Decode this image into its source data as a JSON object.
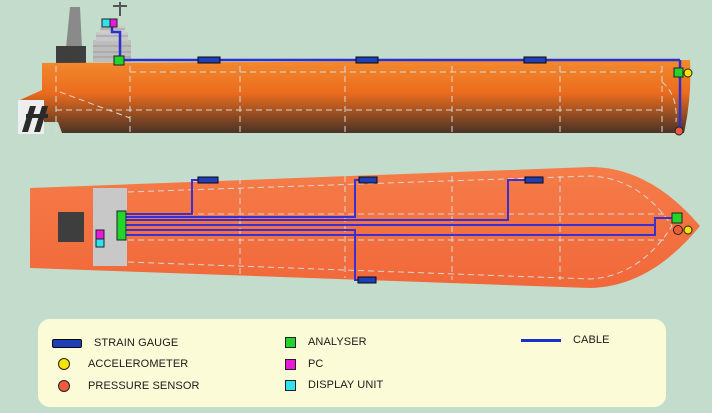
{
  "legend": {
    "strain_gauge": "STRAIN GAUGE",
    "accelerometer": "ACCELEROMETER",
    "pressure_sensor": "PRESSURE SENSOR",
    "analyser": "ANALYSER",
    "pc": "PC",
    "display_unit": "DISPLAY UNIT",
    "cable": "CABLE"
  },
  "colors": {
    "background": "#c3dccb",
    "hull_orange": "#f07a24",
    "deck_orange": "#f3733f",
    "strain_gauge": "#1f3fb8",
    "cable": "#2b2fd0",
    "analyser": "#23d42a",
    "pc": "#e81ad8",
    "display_unit": "#2fe2ec",
    "accelerometer": "#f5e400",
    "pressure_sensor": "#ef5a3a"
  },
  "icons": [
    "strain-gauge-icon",
    "accelerometer-icon",
    "pressure-sensor-icon",
    "analyser-icon",
    "pc-icon",
    "display-unit-icon",
    "cable-icon"
  ]
}
